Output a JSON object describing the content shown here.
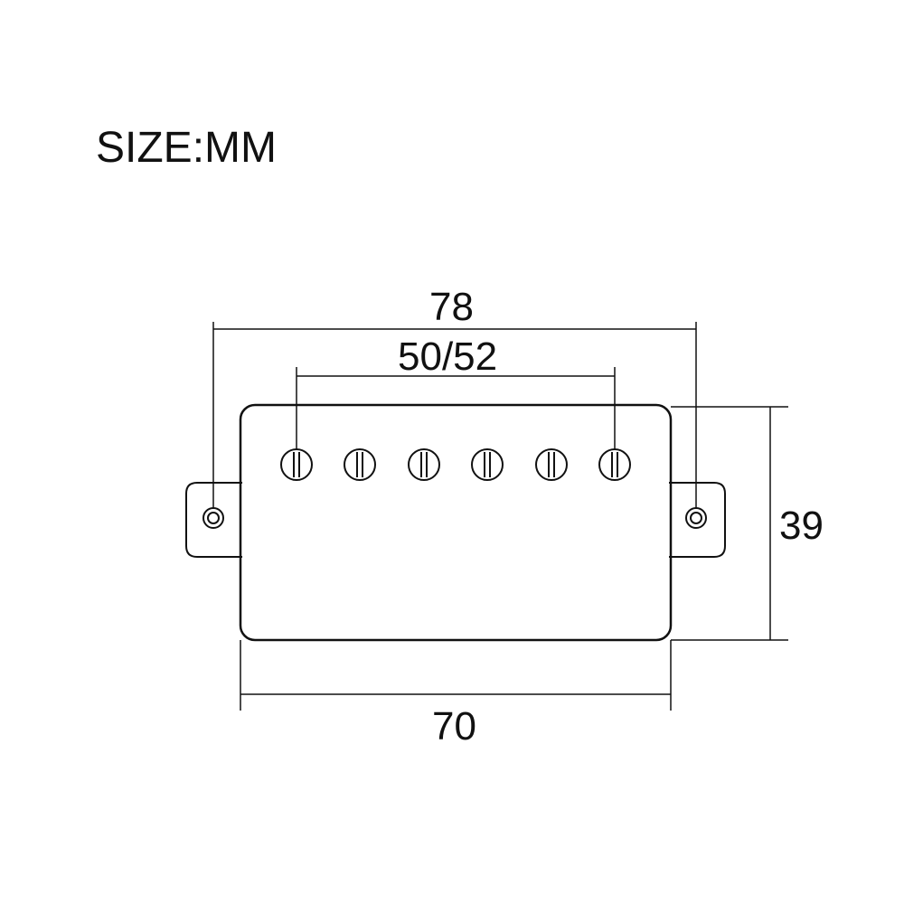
{
  "title": "SIZE:MM",
  "dimensions": {
    "overall_width": "78",
    "pole_spacing": "50/52",
    "height": "39",
    "body_width": "70"
  },
  "pole_pieces": 6,
  "mounting_holes": 2,
  "colors": {
    "line": "#111111",
    "background": "#ffffff"
  }
}
